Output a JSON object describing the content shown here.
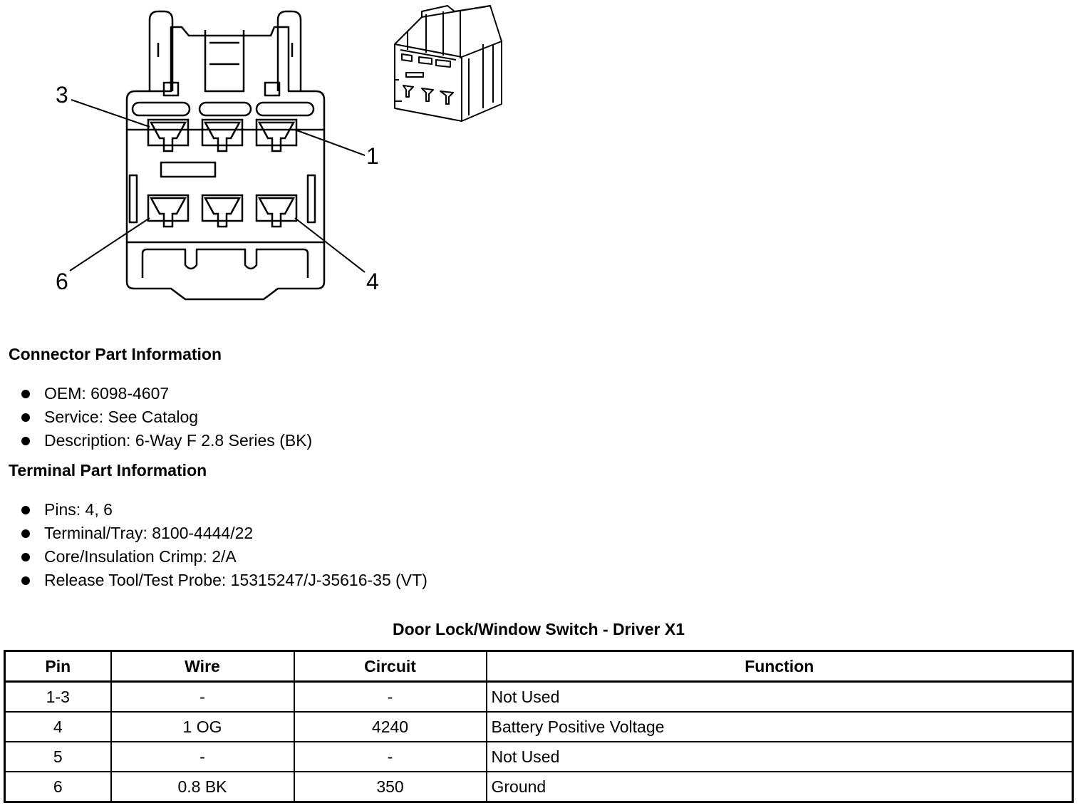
{
  "diagram": {
    "pin_labels": [
      "3",
      "1",
      "6",
      "4"
    ]
  },
  "connector_part_info": {
    "heading": "Connector Part Information",
    "items": [
      "OEM: 6098-4607",
      "Service: See Catalog",
      "Description: 6-Way F 2.8 Series (BK)"
    ]
  },
  "terminal_part_info": {
    "heading": "Terminal Part Information",
    "items": [
      "Pins: 4, 6",
      "Terminal/Tray: 8100-4444/22",
      "Core/Insulation Crimp: 2/A",
      "Release Tool/Test Probe: 15315247/J-35616-35 (VT)"
    ]
  },
  "table": {
    "title": "Door Lock/Window Switch - Driver X1",
    "headers": [
      "Pin",
      "Wire",
      "Circuit",
      "Function"
    ],
    "rows": [
      [
        "1-3",
        "-",
        "-",
        "Not Used"
      ],
      [
        "4",
        "1 OG",
        "4240",
        "Battery Positive Voltage"
      ],
      [
        "5",
        "-",
        "-",
        "Not Used"
      ],
      [
        "6",
        "0.8 BK",
        "350",
        "Ground"
      ]
    ]
  }
}
